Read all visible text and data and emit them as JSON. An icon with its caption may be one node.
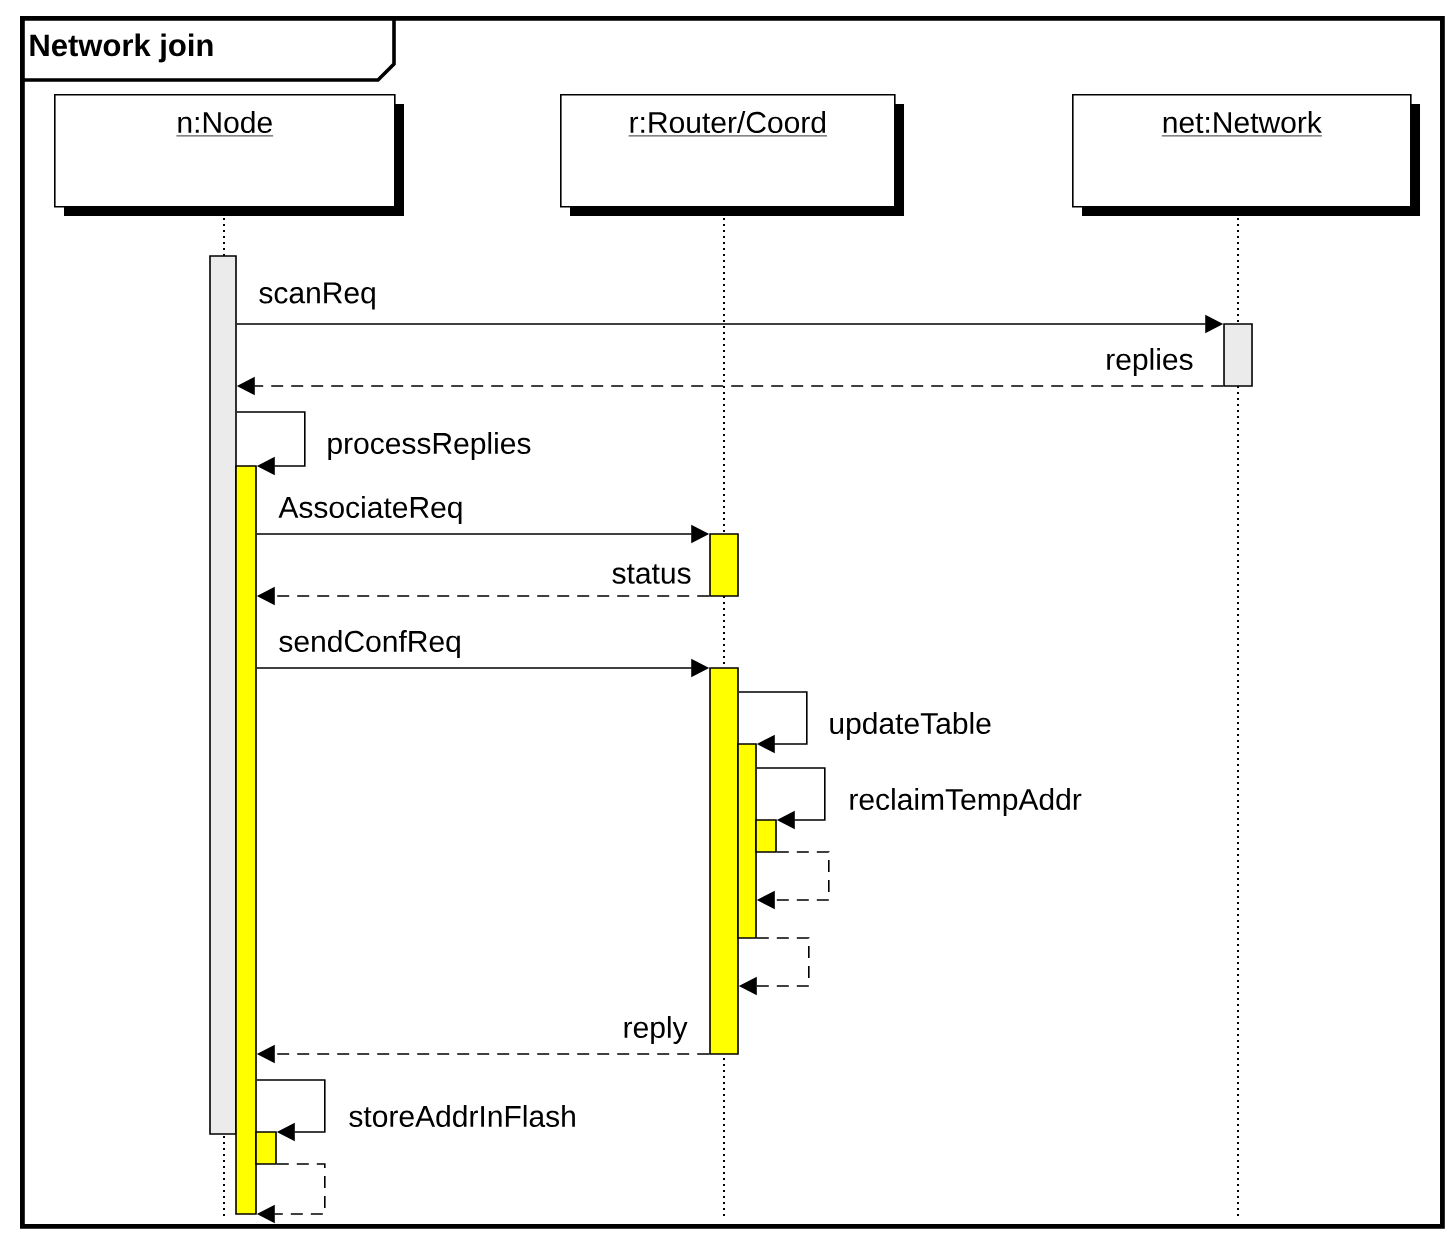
{
  "diagram": {
    "nodes": [
      {
        "text": [
          "Network join"
        ]
      },
      {
        "text": [
          "n:Node"
        ],
        "in": 0
      },
      {
        "text": [
          "r:Router/Coord"
        ],
        "in": 0
      },
      {
        "text": [
          "net:Network"
        ],
        "in": 0
      },
      {
        "text": [],
        "shape": "bar",
        "in": 0
      },
      {
        "text": [],
        "shape": "bar",
        "in": 0
      },
      {
        "text": [],
        "shape": "bar",
        "in": 0
      },
      {
        "text": [],
        "shape": "bar",
        "in": 0
      },
      {
        "text": [],
        "shape": "bar",
        "in": 0
      },
      {
        "text": [],
        "shape": "bar",
        "in": 0
      },
      {
        "text": [],
        "shape": "bar",
        "in": 0
      },
      {
        "text": [],
        "shape": "bar",
        "in": 0
      }
    ],
    "edges": [
      {
        "from": 4,
        "to": 5,
        "arrow": "to",
        "label": "scanReq"
      },
      {
        "from": 5,
        "to": 4,
        "arrow": "to",
        "label": "replies",
        "style": "dashed"
      },
      {
        "from": 4,
        "to": 6,
        "arrow": "to",
        "label": "processReplies"
      },
      {
        "from": 6,
        "to": 7,
        "arrow": "to",
        "label": "AssociateReq"
      },
      {
        "from": 7,
        "to": 6,
        "arrow": "to",
        "label": "status",
        "style": "dashed"
      },
      {
        "from": 6,
        "to": 8,
        "arrow": "to",
        "label": "sendConfReq"
      },
      {
        "from": 8,
        "to": 9,
        "arrow": "to",
        "label": "updateTable"
      },
      {
        "from": 9,
        "to": 10,
        "arrow": "to",
        "label": "reclaimTempAddr"
      },
      {
        "from": 10,
        "to": 9,
        "arrow": "to",
        "style": "dashed"
      },
      {
        "from": 9,
        "to": 8,
        "arrow": "to",
        "style": "dashed"
      },
      {
        "from": 8,
        "to": 6,
        "arrow": "to",
        "label": "reply",
        "style": "dashed"
      },
      {
        "from": 6,
        "to": 11,
        "arrow": "to",
        "label": "storeAddrInFlash"
      },
      {
        "from": 11,
        "to": 6,
        "arrow": "to",
        "style": "dashed"
      }
    ]
  }
}
